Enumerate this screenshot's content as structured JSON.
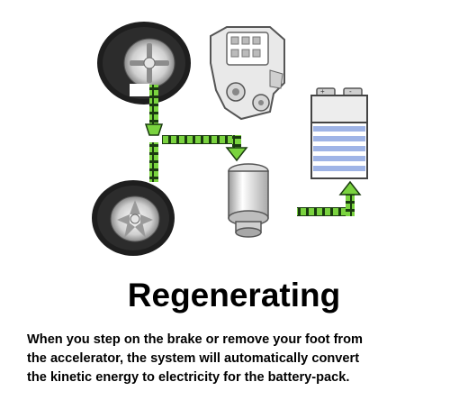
{
  "title": "Regenerating",
  "description": [
    "When you step on the brake or remove your foot from",
    "the accelerator, the system will automatically convert",
    "the kinetic energy to electricity for the battery-pack."
  ],
  "colors": {
    "flow_green": "#66cc33",
    "flow_dark": "#1a3a10",
    "battery_stripe": "#9fb4e6",
    "tire_dark": "#1e1e1e"
  },
  "icons": [
    "front-wheel-icon",
    "engine-icon",
    "battery-icon",
    "rear-wheel-icon",
    "motor-generator-icon"
  ]
}
